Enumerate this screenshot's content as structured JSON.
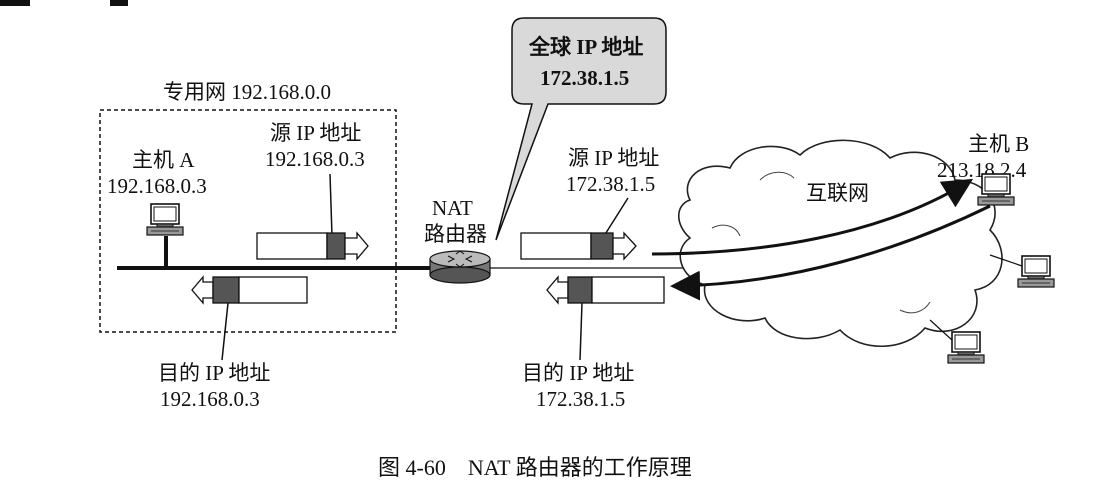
{
  "private_net": {
    "label": "专用网 192.168.0.0"
  },
  "host_a": {
    "name": "主机 A",
    "ip": "192.168.0.3"
  },
  "host_b": {
    "name": "主机 B",
    "ip": "213.18.2.4"
  },
  "nat_router": {
    "line1": "NAT",
    "line2": "路由器"
  },
  "global_ip": {
    "line1": "全球 IP 地址",
    "line2": "172.38.1.5"
  },
  "internet": {
    "label": "互联网"
  },
  "packet_labels": {
    "src_private": {
      "line1": "源 IP 地址",
      "line2": "192.168.0.3"
    },
    "src_public": {
      "line1": "源 IP 地址",
      "line2": "172.38.1.5"
    },
    "dst_private": {
      "line1": "目的 IP 地址",
      "line2": "192.168.0.3"
    },
    "dst_public": {
      "line1": "目的 IP 地址",
      "line2": "172.38.1.5"
    }
  },
  "caption": "图 4-60    NAT 路由器的工作原理",
  "colors": {
    "callout_fill": "#d9d9d9",
    "packet_header": "#555555",
    "cloud_stroke": "#222222",
    "line": "#111111"
  },
  "icons": [
    "computer-icon",
    "router-icon",
    "cloud-icon",
    "arrow-icon"
  ]
}
